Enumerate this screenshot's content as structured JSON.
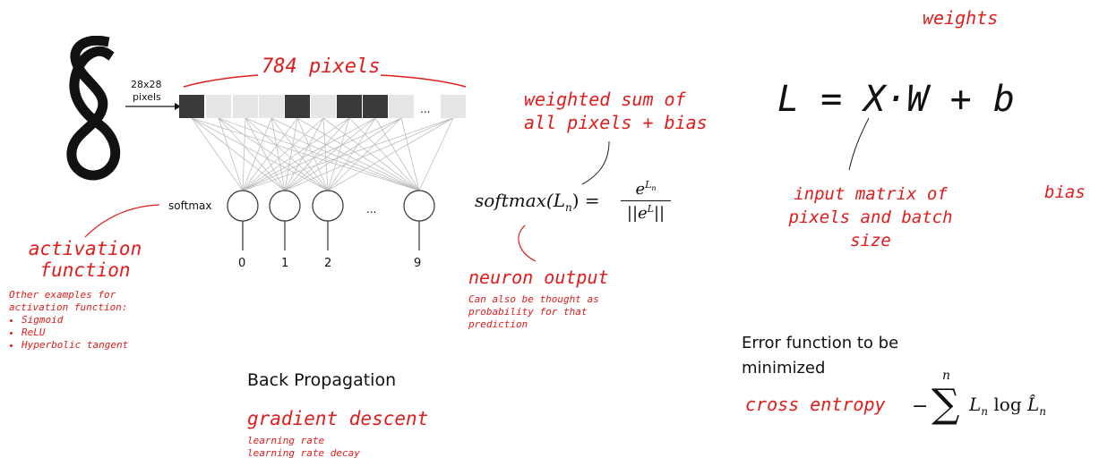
{
  "colors": {
    "accent": "#e21b1b",
    "text": "#111111",
    "dark_pixel": "#3a3a3a",
    "light_pixel": "#e6e6e6",
    "line": "#b5b5b5"
  },
  "digit": {
    "glyph": "8"
  },
  "network": {
    "input_label_line1": "28x28",
    "input_label_line2": "pixels",
    "pixels_annotation": "784 pixels",
    "ellipsis": "...",
    "activation_label": "softmax",
    "outputs": [
      "0",
      "1",
      "2",
      "9"
    ]
  },
  "formula": {
    "softmax_lhs": "softmax(L",
    "softmax_sub": "n",
    "softmax_close": ") =",
    "numerator_base": "e",
    "numerator_exp": "L",
    "numerator_exp_sub": "n",
    "denominator": "||e",
    "denominator_exp": "L",
    "denominator_close": "||",
    "linear": "L = X·W + b",
    "cross_entropy_minus": "−",
    "cross_entropy_sum": "∑",
    "cross_entropy_top": "n",
    "cross_entropy_term": "L",
    "cross_entropy_term_sub": "n",
    "cross_entropy_log": "log",
    "cross_entropy_hat": "L̂",
    "cross_entropy_hat_sub": "n"
  },
  "annotations": {
    "weights": "weights",
    "weighted_sum_line1": "weighted sum of",
    "weighted_sum_line2": "all pixels + bias",
    "input_matrix_line1": "input matrix of",
    "input_matrix_line2": "pixels and batch",
    "input_matrix_line3": "size",
    "bias": "bias",
    "activation_title_line1": "activation",
    "activation_title_line2": "function",
    "activation_examples_line1": "Other examples for",
    "activation_examples_line2": "activation function:",
    "activation_examples": [
      "Sigmoid",
      "ReLU",
      "Hyperbolic tangent"
    ],
    "neuron_output": "neuron output",
    "neuron_output_note_line1": "Can also be thought as",
    "neuron_output_note_line2": "probability for that",
    "neuron_output_note_line3": "prediction",
    "error_function_line1": "Error function to be",
    "error_function_line2": "minimized",
    "cross_entropy": "cross entropy",
    "back_propagation": "Back Propagation",
    "gradient_descent": "gradient descent",
    "gradient_notes": [
      "learning rate",
      "learning rate decay"
    ]
  }
}
